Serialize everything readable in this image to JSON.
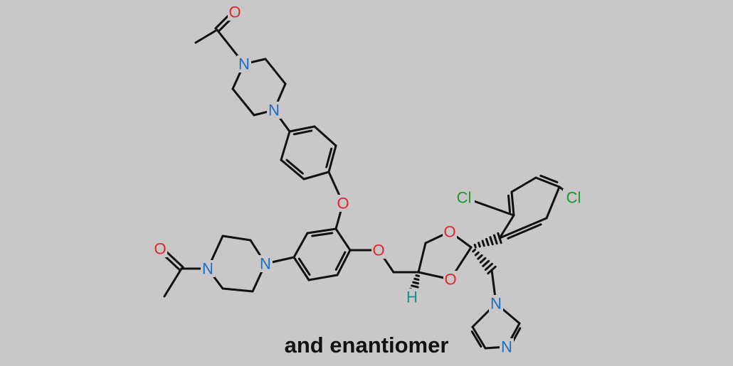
{
  "caption": "and enantiomer",
  "colors": {
    "background": "#c9c7c8",
    "bond": "#111111",
    "N": "#1a6fc4",
    "O": "#e0262b",
    "Cl": "#1f9a2f",
    "H": "#1a8f8f"
  },
  "atoms": {
    "o_acetyl_top": "O",
    "n_pip_top_1": "N",
    "n_pip_top_2": "N",
    "o_ether": "O",
    "o_acetyl_left": "O",
    "n_pip_left_1": "N",
    "n_pip_left_2": "N",
    "o_methoxy": "O",
    "o_diox_1": "O",
    "o_diox_2": "O",
    "h_stereo": "H",
    "cl_1": "Cl",
    "cl_2": "Cl",
    "n_imid_1": "N",
    "n_imid_2": "N"
  }
}
